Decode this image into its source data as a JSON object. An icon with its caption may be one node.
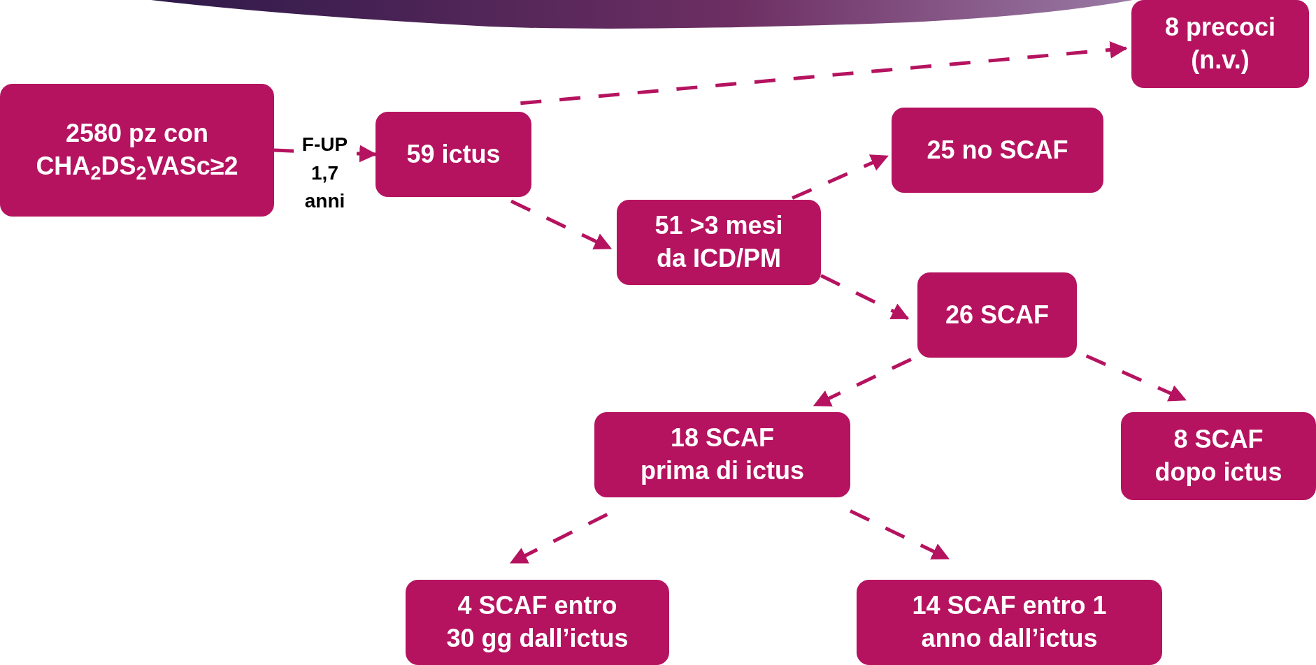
{
  "diagram": {
    "nodes": [
      {
        "text": [
          "2580 pz con",
          "CHA$_{2}$DS$_{2}$VASc≥2"
        ]
      },
      {
        "text": [
          "59 ictus"
        ]
      },
      {
        "text": [
          "8 precoci",
          "(n.v.)"
        ]
      },
      {
        "text": [
          "51 >3 mesi",
          "da ICD/PM"
        ]
      },
      {
        "text": [
          "25 no SCAF"
        ]
      },
      {
        "text": [
          "26 SCAF"
        ]
      },
      {
        "text": [
          "18 SCAF",
          "prima di ictus"
        ]
      },
      {
        "text": [
          "8 SCAF",
          "dopo ictus"
        ]
      },
      {
        "text": [
          "4 SCAF entro",
          "30 gg dall’ictus"
        ]
      },
      {
        "text": [
          "14 SCAF entro 1",
          "anno dall’ictus"
        ]
      }
    ],
    "edges": [
      {
        "from": 0,
        "to": 1,
        "arrow": "to",
        "label": "F-UP 1,7 anni"
      },
      {
        "from": 1,
        "to": 2,
        "arrow": "to",
        "style": "dashed"
      },
      {
        "from": 1,
        "to": 3,
        "arrow": "to",
        "style": "dashed"
      },
      {
        "from": 3,
        "to": 4,
        "arrow": "to",
        "style": "dashed"
      },
      {
        "from": 3,
        "to": 5,
        "arrow": "to",
        "style": "dashed"
      },
      {
        "from": 5,
        "to": 6,
        "arrow": "to",
        "style": "dashed"
      },
      {
        "from": 5,
        "to": 7,
        "arrow": "to",
        "style": "dashed"
      },
      {
        "from": 6,
        "to": 8,
        "arrow": "to",
        "style": "dashed"
      },
      {
        "from": 6,
        "to": 9,
        "arrow": "to",
        "style": "dashed"
      }
    ]
  }
}
